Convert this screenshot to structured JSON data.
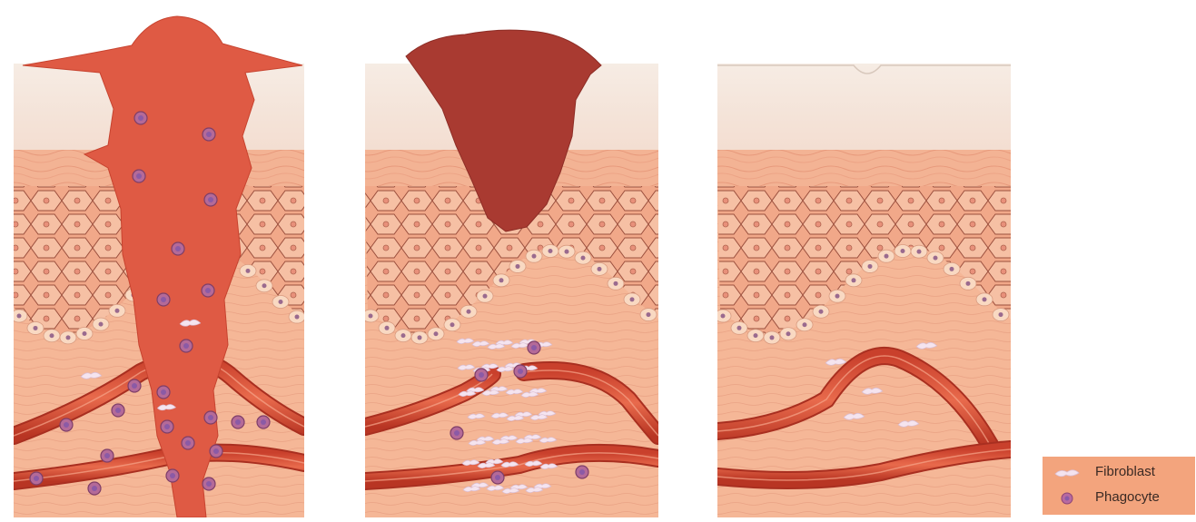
{
  "figure": {
    "panels": [
      {
        "stage": "open wound with blood clot"
      },
      {
        "stage": "scab with fibroblasts and phagocytes"
      },
      {
        "stage": "healed skin"
      }
    ]
  },
  "legend": {
    "items": [
      {
        "label": "Fibroblast",
        "icon": "fibroblast-icon"
      },
      {
        "label": "Phagocyte",
        "icon": "phagocyte-icon"
      }
    ]
  },
  "colors": {
    "epidermis_top": "#f3e6dc",
    "epidermis_band": "#f2b89c",
    "cell_layer": "#f0a283",
    "dermis": "#f4b090",
    "blood": "#df5a44",
    "scab": "#a93a31",
    "vessel": "#d94e34",
    "legend_bg": "#f3a47d"
  }
}
